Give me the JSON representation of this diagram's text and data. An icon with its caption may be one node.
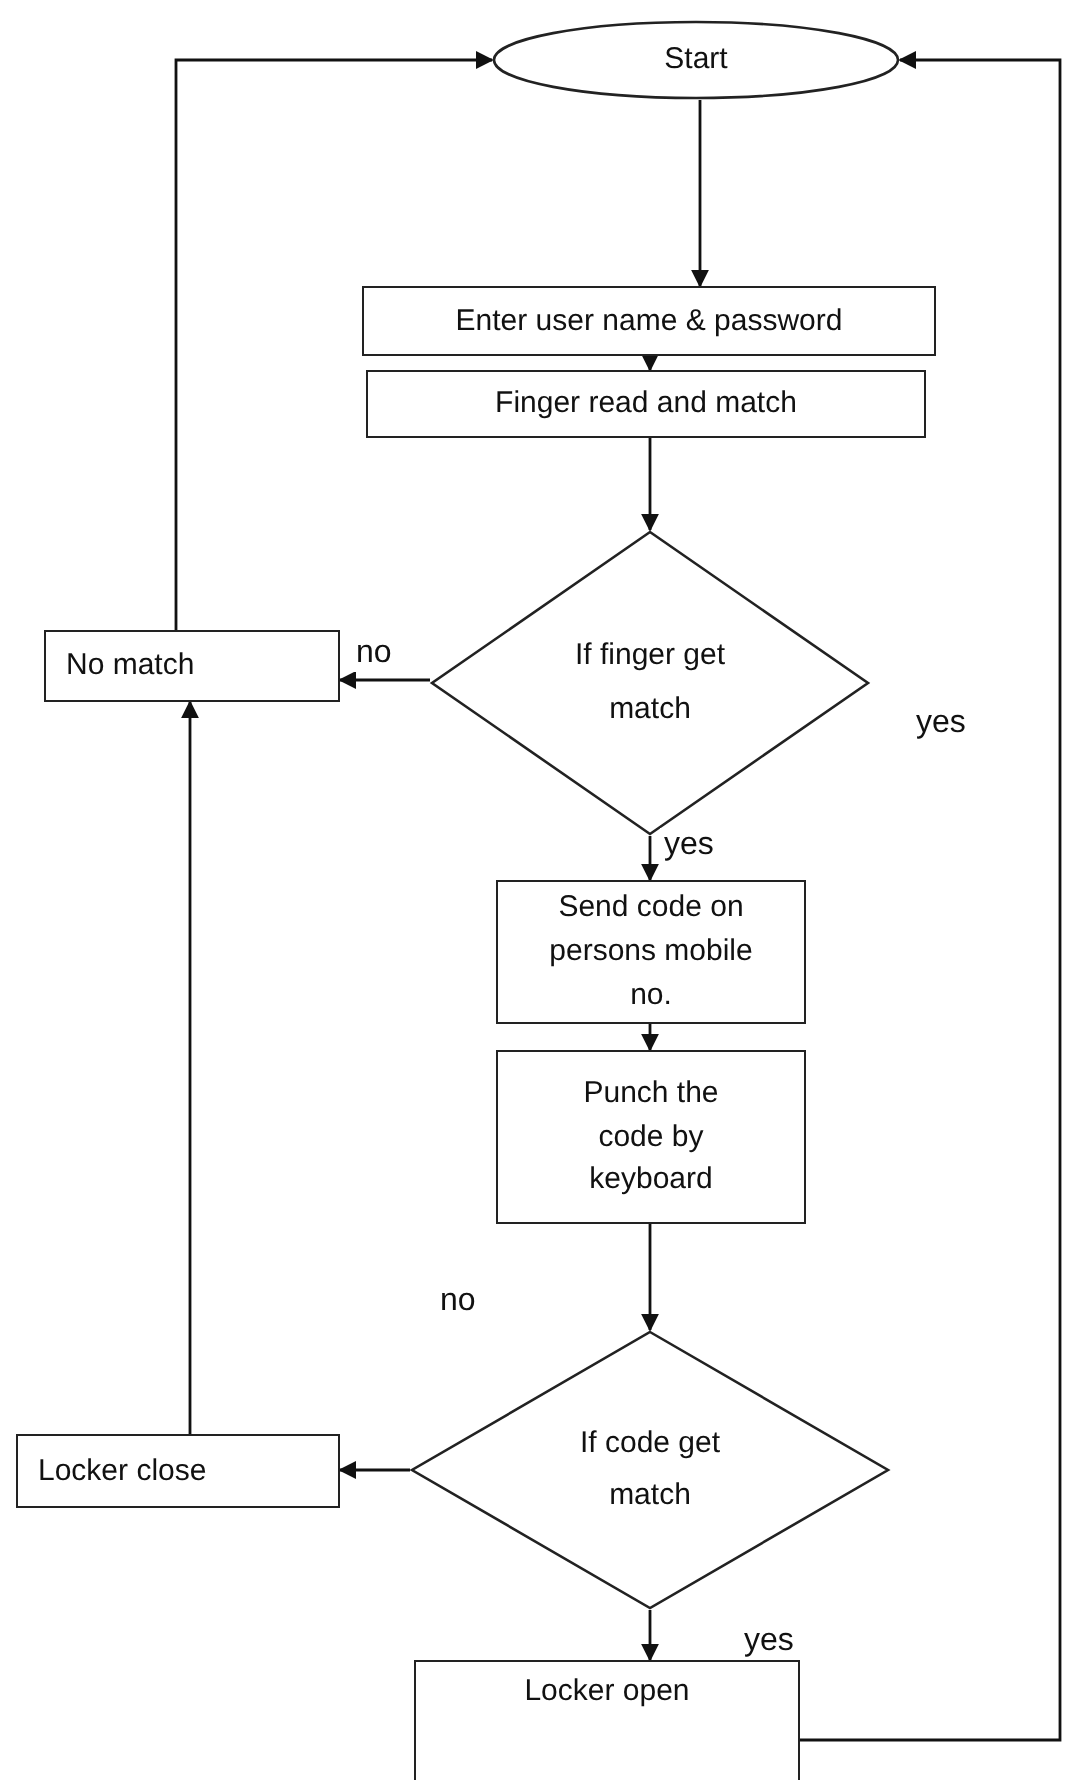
{
  "diagram": {
    "nodes": [
      {
        "text": [
          "Start"
        ]
      },
      {
        "text": [
          "Enter user name & password"
        ]
      },
      {
        "text": [
          "Finger read and match"
        ]
      },
      {
        "text": [
          "If finger get match"
        ]
      },
      {
        "text": [
          "No match"
        ]
      },
      {
        "text": [
          "Send code on persons mobile no."
        ]
      },
      {
        "text": [
          "Punch the code by keyboard"
        ]
      },
      {
        "text": [
          "If code get match"
        ]
      },
      {
        "text": [
          "Locker close"
        ]
      },
      {
        "text": [
          "Locker open"
        ]
      }
    ],
    "edges": [
      {
        "from": 0,
        "to": 1,
        "arrow": "to"
      },
      {
        "from": 1,
        "to": 2,
        "arrow": "to"
      },
      {
        "from": 2,
        "to": 3,
        "arrow": "to"
      },
      {
        "from": 3,
        "to": 4,
        "arrow": "to",
        "label": "no"
      },
      {
        "from": 4,
        "to": 0,
        "arrow": "to"
      },
      {
        "from": 3,
        "to": 5,
        "arrow": "to",
        "label": "yes"
      },
      {
        "from": 5,
        "to": 6,
        "arrow": "to"
      },
      {
        "from": 6,
        "to": 7,
        "arrow": "to"
      },
      {
        "from": 7,
        "to": 8,
        "arrow": "to"
      },
      {
        "from": 8,
        "to": 4,
        "arrow": "to"
      },
      {
        "from": 7,
        "to": 9,
        "arrow": "to",
        "label": "yes"
      },
      {
        "from": 9,
        "to": 0,
        "arrow": "to"
      }
    ],
    "labels": [
      "yes",
      "no"
    ]
  }
}
